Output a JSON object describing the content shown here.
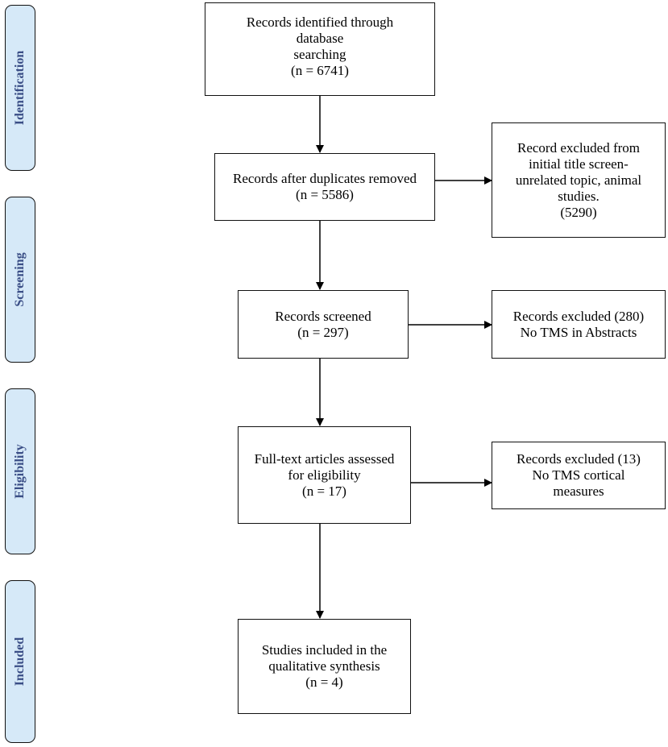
{
  "stages": [
    {
      "id": "identification",
      "label": "Identification"
    },
    {
      "id": "screening",
      "label": "Screening"
    },
    {
      "id": "eligibility",
      "label": "Eligibility"
    },
    {
      "id": "included",
      "label": "Included"
    }
  ],
  "boxes": {
    "identified": {
      "lines": [
        "Records identified through",
        "database",
        "searching",
        "(n = 6741)"
      ]
    },
    "duplicates": {
      "lines": [
        "Records after duplicates removed",
        "(n = 5586)"
      ]
    },
    "excluded_title": {
      "lines": [
        "Record excluded from",
        "initial title screen-",
        "unrelated topic, animal",
        "studies.",
        "(5290)"
      ]
    },
    "screened": {
      "lines": [
        "Records screened",
        "(n = 297)"
      ]
    },
    "excluded_abstract": {
      "lines": [
        "Records excluded (280)",
        "No TMS in Abstracts"
      ]
    },
    "fulltext": {
      "lines": [
        "Full-text articles assessed",
        "for eligibility",
        "(n = 17)"
      ]
    },
    "excluded_fulltext": {
      "lines": [
        "Records excluded (13)",
        "No TMS cortical",
        "measures"
      ]
    },
    "included": {
      "lines": [
        "Studies included in the",
        "qualitative synthesis",
        "(n = 4)"
      ]
    }
  }
}
